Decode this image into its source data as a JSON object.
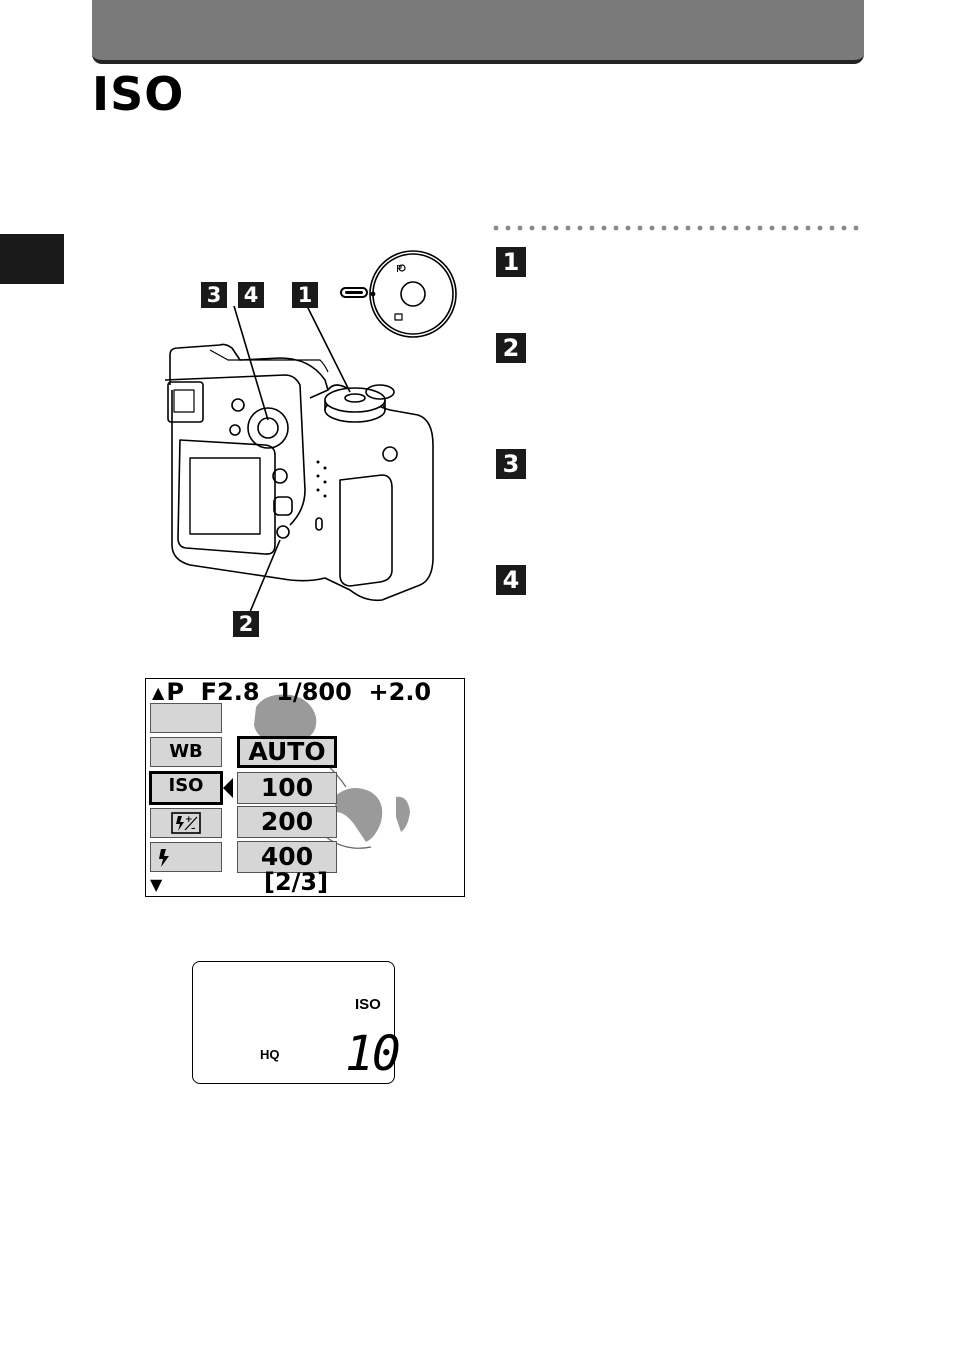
{
  "page": {
    "title": "ISO"
  },
  "steps": [
    "1",
    "2",
    "3",
    "4"
  ],
  "diagram": {
    "callouts": [
      "3",
      "4",
      "1",
      "2"
    ]
  },
  "lcd_menu": {
    "top_line": "P  F2.8  1/800  +2.0",
    "left_menu": [
      "",
      "WB",
      "ISO",
      "",
      ""
    ],
    "left_menu_icons": [
      "",
      "",
      "",
      "flash-compensation-icon",
      "flash-icon"
    ],
    "options": [
      "AUTO",
      "100",
      "200",
      "400"
    ],
    "selected_menu": "ISO",
    "selected_option": "AUTO",
    "page_indicator": "[2/3]"
  },
  "control_panel": {
    "iso_label": "ISO",
    "quality_label": "HQ",
    "count": "10"
  }
}
